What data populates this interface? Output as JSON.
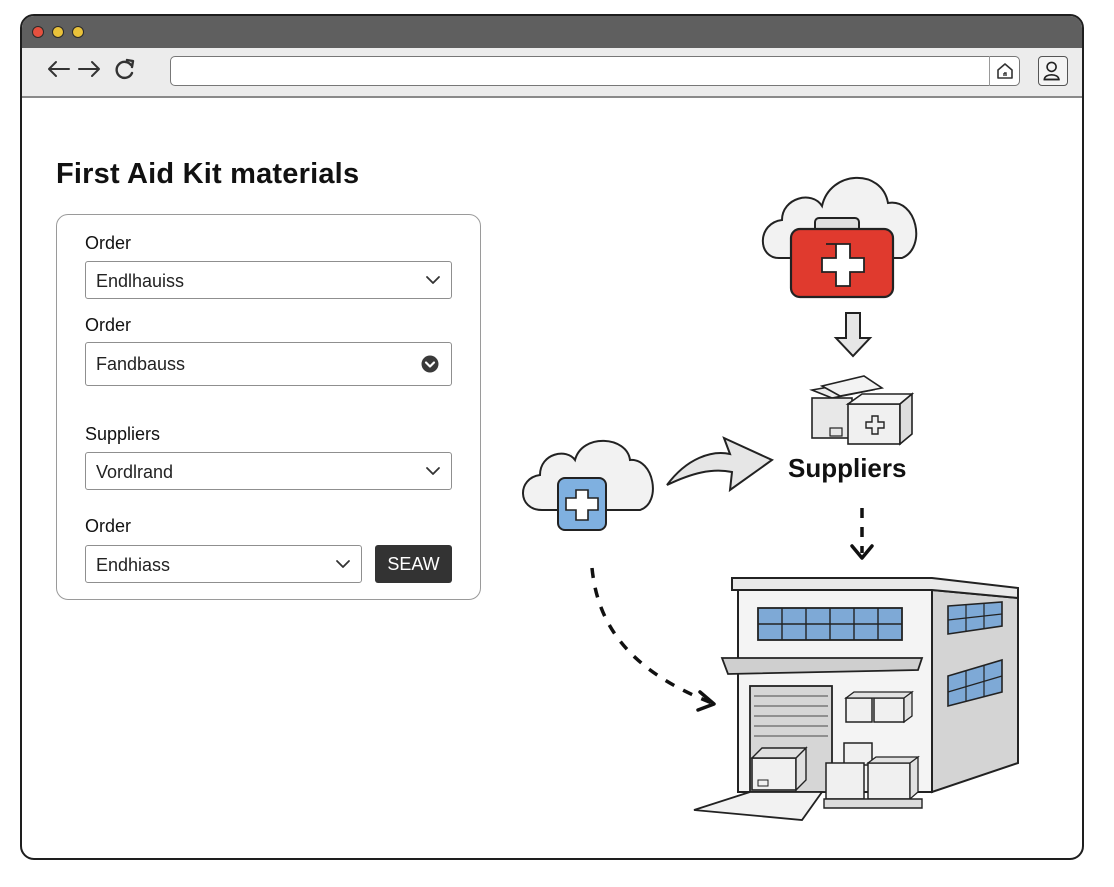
{
  "browser": {
    "url": ""
  },
  "page": {
    "title": "First Aid Kit materials"
  },
  "form": {
    "fields": [
      {
        "label": "Order",
        "value": "Endlhauiss"
      },
      {
        "label": "Order",
        "value": "Fandbauss"
      },
      {
        "label": "Suppliers",
        "value": "Vordlrand"
      },
      {
        "label": "Order",
        "value": "Endhiass"
      }
    ],
    "button_label": "SEAW"
  },
  "illustration": {
    "suppliers_label": "Suppliers"
  },
  "colors": {
    "first_aid_red": "#e03a2e",
    "cross_blue": "#7fb0e0",
    "window_blue": "#7ea9d6",
    "titlebar": "#5f5f5f"
  }
}
